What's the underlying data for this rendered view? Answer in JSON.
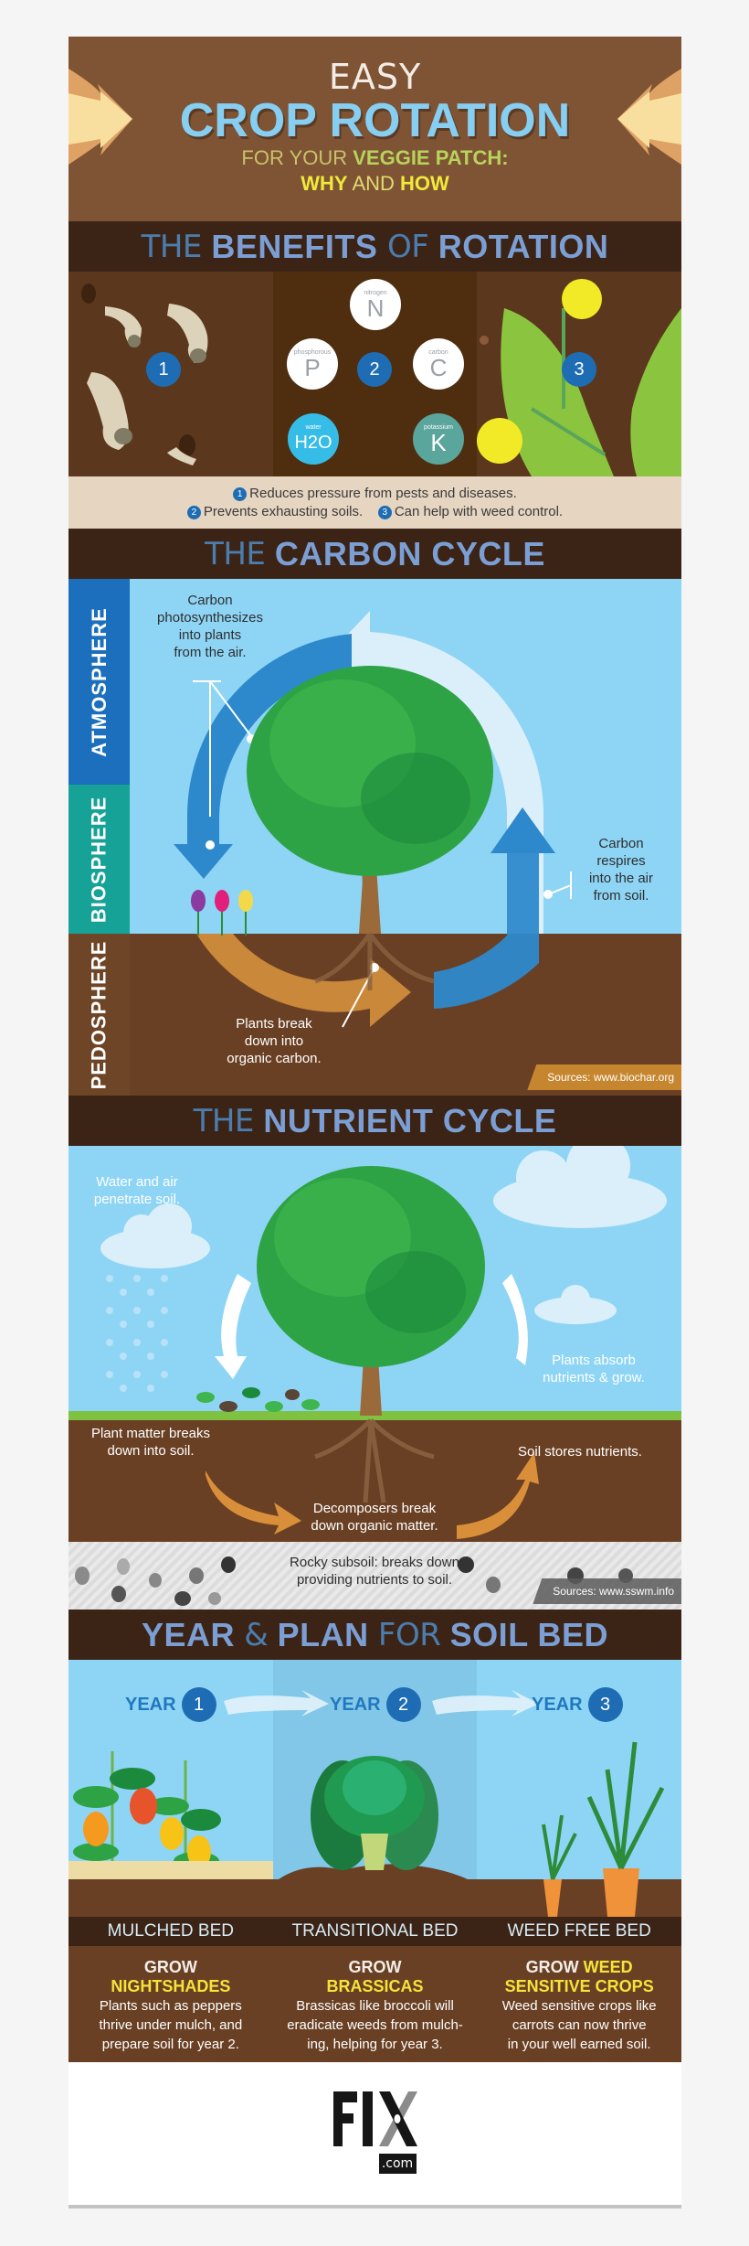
{
  "title": {
    "line1": "EASY",
    "line2": "CROP ROTATION",
    "line3_light": "FOR YOUR ",
    "line3_bold": "VEGGIE PATCH:",
    "line4_bold1": "WHY",
    "line4_light": " AND ",
    "line4_bold2": "HOW"
  },
  "benefits": {
    "header_light1": "THE ",
    "header_bold1": "BENEFITS",
    "header_light2": " OF ",
    "header_bold2": "ROTATION",
    "panels": [
      {
        "number": "1",
        "illustration": "grubs-icon"
      },
      {
        "number": "2",
        "nutrients": [
          {
            "label": "nitrogen",
            "symbol": "N"
          },
          {
            "label": "phosphorous",
            "symbol": "P"
          },
          {
            "label": "carbon",
            "symbol": "C"
          },
          {
            "label": "water",
            "symbol": "H2O"
          },
          {
            "label": "potassium",
            "symbol": "K"
          }
        ]
      },
      {
        "number": "3",
        "illustration": "dandelion-icon"
      }
    ],
    "captions": [
      {
        "number": "1",
        "text": "Reduces pressure from pests and diseases."
      },
      {
        "number": "2",
        "text": "Prevents exhausting soils."
      },
      {
        "number": "3",
        "text": "Can help with weed control."
      }
    ]
  },
  "carbon": {
    "header_light": "THE ",
    "header_bold": "CARBON CYCLE",
    "zones": [
      "ATMOSPHERE",
      "BIOSPHERE",
      "PEDOSPHERE"
    ],
    "labels": {
      "photosynthesis": [
        "Carbon",
        "photosynthesizes",
        "into plants",
        "from the air."
      ],
      "respiration": [
        "Carbon",
        "respires",
        "into the air",
        "from soil."
      ],
      "decomposition": [
        "Plants break",
        "down into",
        "organic carbon."
      ]
    },
    "source": "Sources: www.biochar.org"
  },
  "nutrient": {
    "header_light": "THE ",
    "header_bold": "NUTRIENT CYCLE",
    "labels": {
      "water": [
        "Water and air",
        "penetrate soil."
      ],
      "absorb": [
        "Plants absorb",
        "nutrients & grow."
      ],
      "breaks": [
        "Plant matter breaks",
        "down into soil."
      ],
      "stores": [
        "Soil stores nutrients."
      ],
      "decomposers": [
        "Decomposers break",
        "down organic matter."
      ],
      "subsoil": [
        "Rocky subsoil: breaks down",
        "providing nutrients to soil."
      ]
    },
    "source": "Sources: www.sswm.info"
  },
  "plan": {
    "header_bold1": "YEAR",
    "header_amp": " & ",
    "header_bold2": "PLAN",
    "header_light": " FOR ",
    "header_bold3": "SOIL BED",
    "years": [
      {
        "label": "YEAR",
        "number": "1",
        "bed": "MULCHED BED",
        "grow": "GROW",
        "crop_line1": "",
        "crop": "NIGHTSHADES",
        "text": [
          "Plants such as peppers",
          "thrive under mulch, and",
          "prepare soil for year 2."
        ]
      },
      {
        "label": "YEAR",
        "number": "2",
        "bed": "TRANSITIONAL BED",
        "grow": "GROW",
        "crop_line1": "",
        "crop": "BRASSICAS",
        "text": [
          "Brassicas like broccoli will",
          "eradicate weeds from mulch-",
          "ing, helping for year 3."
        ]
      },
      {
        "label": "YEAR",
        "number": "3",
        "bed": "WEED FREE BED",
        "grow": "GROW ",
        "crop_line1": "WEED",
        "crop": "SENSITIVE CROPS",
        "text": [
          "Weed sensitive crops like",
          "carrots can now thrive",
          "in your well earned soil."
        ]
      }
    ]
  },
  "footer": {
    "logo_text": "FIX",
    "logo_sub": ".com"
  },
  "colors": {
    "soil_dark": "#3b2416",
    "title_bg": "#7f5435",
    "sky": "#8ed5f5",
    "accent_blue": "#1e6db4",
    "heading_blue": "#7b9fd4",
    "yellow": "#f4e43a"
  }
}
